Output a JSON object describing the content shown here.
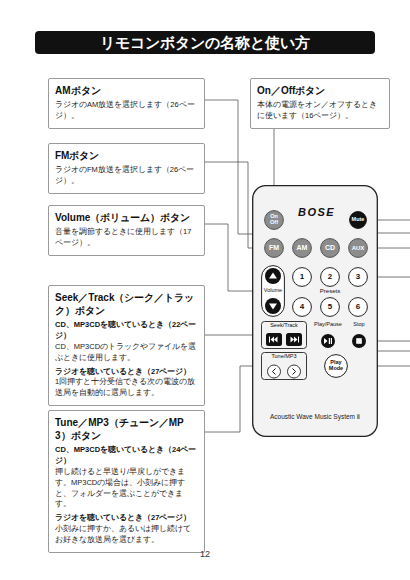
{
  "diagram": {
    "title": "リモコンボタンの名称と使い方",
    "nodes": [
      {
        "text": [
          "AMボタン",
          "ラジオのAM放送を選択します（26ページ）。"
        ]
      },
      {
        "text": [
          "On／Offボタン",
          "本体の電源をオン／オフするときに使います（16ページ）。"
        ]
      },
      {
        "text": [
          "FMボタン",
          "ラジオのFM放送を選択します（26ページ）。"
        ]
      },
      {
        "text": [
          "Volume（ボリューム）ボタン",
          "音量を調節するときに使用します（17ページ）。"
        ]
      },
      {
        "text": [
          "BOSE",
          "Acoustic Wave Music System Ⅱ"
        ]
      },
      {
        "text": [
          "On Off"
        ],
        "in": 4
      },
      {
        "text": [
          "Mute"
        ],
        "in": 4
      },
      {
        "text": [
          "FM"
        ],
        "in": 4
      },
      {
        "text": [
          "AM"
        ],
        "in": 4
      },
      {
        "text": [
          "CD"
        ],
        "in": 4
      },
      {
        "text": [
          "AUX"
        ],
        "in": 4
      },
      {
        "text": [
          "Volume"
        ],
        "in": 4
      },
      {
        "text": [
          "1"
        ],
        "in": 4
      },
      {
        "text": [
          "2"
        ],
        "in": 4
      },
      {
        "text": [
          "3"
        ],
        "in": 4
      },
      {
        "text": [
          "4"
        ],
        "in": 4
      },
      {
        "text": [
          "5"
        ],
        "in": 4
      },
      {
        "text": [
          "6"
        ],
        "in": 4
      },
      {
        "text": [
          "Seek/Track"
        ],
        "in": 4
      },
      {
        "text": [
          "Play/Pause"
        ],
        "in": 4
      },
      {
        "text": [
          "Stop"
        ],
        "in": 4
      },
      {
        "text": [
          "Tune/MP3"
        ],
        "in": 4
      },
      {
        "text": [
          "Play Mode"
        ],
        "in": 4
      },
      {
        "text": [
          "Seek／Track（シーク／トラック）ボタン",
          "CD、MP3CDを聴いているとき（22ページ）",
          "CD、MP3CDのトラックやファイルを選ぶときに使用します。",
          "ラジオを聴いているとき（27ページ）",
          "1回押すと十分受信できる次の電波の放送局を自動的に選局します。"
        ]
      },
      {
        "text": [
          "Tune／MP3（チューン／MP 3）ボタン",
          "CD、MP3CDを聴いているとき（24ページ）",
          "押し続けると早送り/早戻しができます。MP3CDの場合は、小刻みに押すと、フォルダーを選ぶことができます。",
          "ラジオを聴いているとき（27ページ）",
          "小刻みに押すか、あるいは押し続けてお好きな放送局を選びます。"
        ]
      }
    ],
    "edges": [
      {
        "from": 0,
        "to": 8,
        "arrow": "none"
      },
      {
        "from": 1,
        "to": 5,
        "arrow": "none"
      },
      {
        "from": 2,
        "to": 7,
        "arrow": "none"
      },
      {
        "from": 3,
        "to": 11,
        "arrow": "none"
      },
      {
        "from": 23,
        "to": 18,
        "arrow": "none"
      },
      {
        "from": 24,
        "to": 21,
        "arrow": "none"
      }
    ],
    "labels": [
      "Presets",
      "12"
    ]
  }
}
